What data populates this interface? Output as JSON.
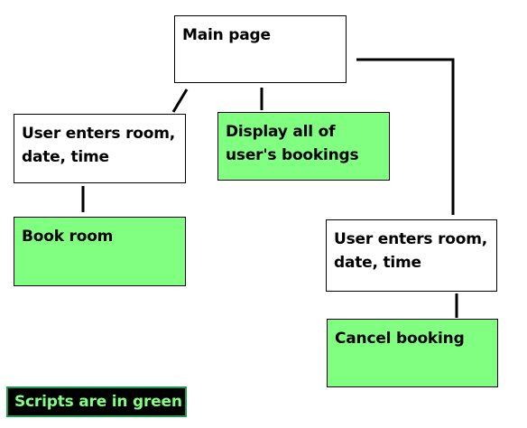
{
  "diagram": {
    "nodes": {
      "main_page": {
        "label": "Main page",
        "is_script": false
      },
      "enter_book": {
        "label": "User enters room,\ndate, time",
        "is_script": false
      },
      "display_bookings": {
        "label": "Display all of\nuser's bookings",
        "is_script": true
      },
      "book_room": {
        "label": "Book room",
        "is_script": true
      },
      "enter_cancel": {
        "label": "User enters room,\ndate, time",
        "is_script": false
      },
      "cancel_booking": {
        "label": "Cancel booking",
        "is_script": true
      }
    },
    "edges": [
      {
        "from": "main_page",
        "to": "enter_book"
      },
      {
        "from": "main_page",
        "to": "display_bookings"
      },
      {
        "from": "main_page",
        "to": "enter_cancel"
      },
      {
        "from": "enter_book",
        "to": "book_room"
      },
      {
        "from": "enter_cancel",
        "to": "cancel_booking"
      }
    ]
  },
  "legend": {
    "label": "Scripts are in green"
  },
  "colors": {
    "script_fill": "#80ff80",
    "plain_fill": "#ffffff",
    "border": "#000000",
    "legend_background": "#000000",
    "legend_text": "#80ff80",
    "legend_border": "#1a9c4a"
  }
}
